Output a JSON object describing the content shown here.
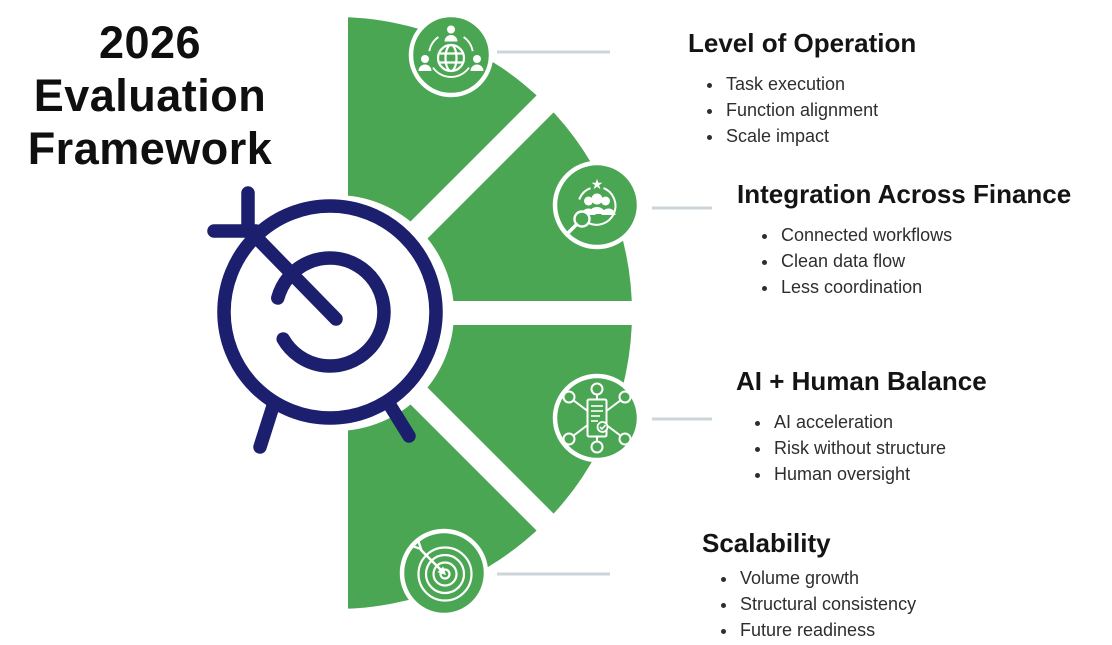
{
  "title": {
    "lines": [
      "2026",
      "Evaluation",
      "Framework"
    ]
  },
  "colors": {
    "green": "#4ba653",
    "navy": "#1b1f6e",
    "connector_gray": "#ccd6da",
    "heading_black": "#141414",
    "bullet_gray": "#2e2e2e"
  },
  "icons": {
    "center": "dartboard-arrow-tripod-icon",
    "section_icons": [
      "global-team-network-icon",
      "team-star-magnifier-icon",
      "document-network-hub-icon",
      "target-arrow-icon"
    ]
  },
  "sections": [
    {
      "heading": "Level of Operation",
      "bullets": [
        "Task execution",
        "Function alignment",
        "Scale impact"
      ]
    },
    {
      "heading": "Integration Across Finance",
      "bullets": [
        "Connected workflows",
        "Clean data flow",
        "Less coordination"
      ]
    },
    {
      "heading": "AI + Human Balance",
      "bullets": [
        "AI acceleration",
        "Risk without structure",
        "Human oversight"
      ]
    },
    {
      "heading": "Scalability",
      "bullets": [
        "Volume growth",
        "Structural consistency",
        "Future readiness"
      ]
    }
  ]
}
